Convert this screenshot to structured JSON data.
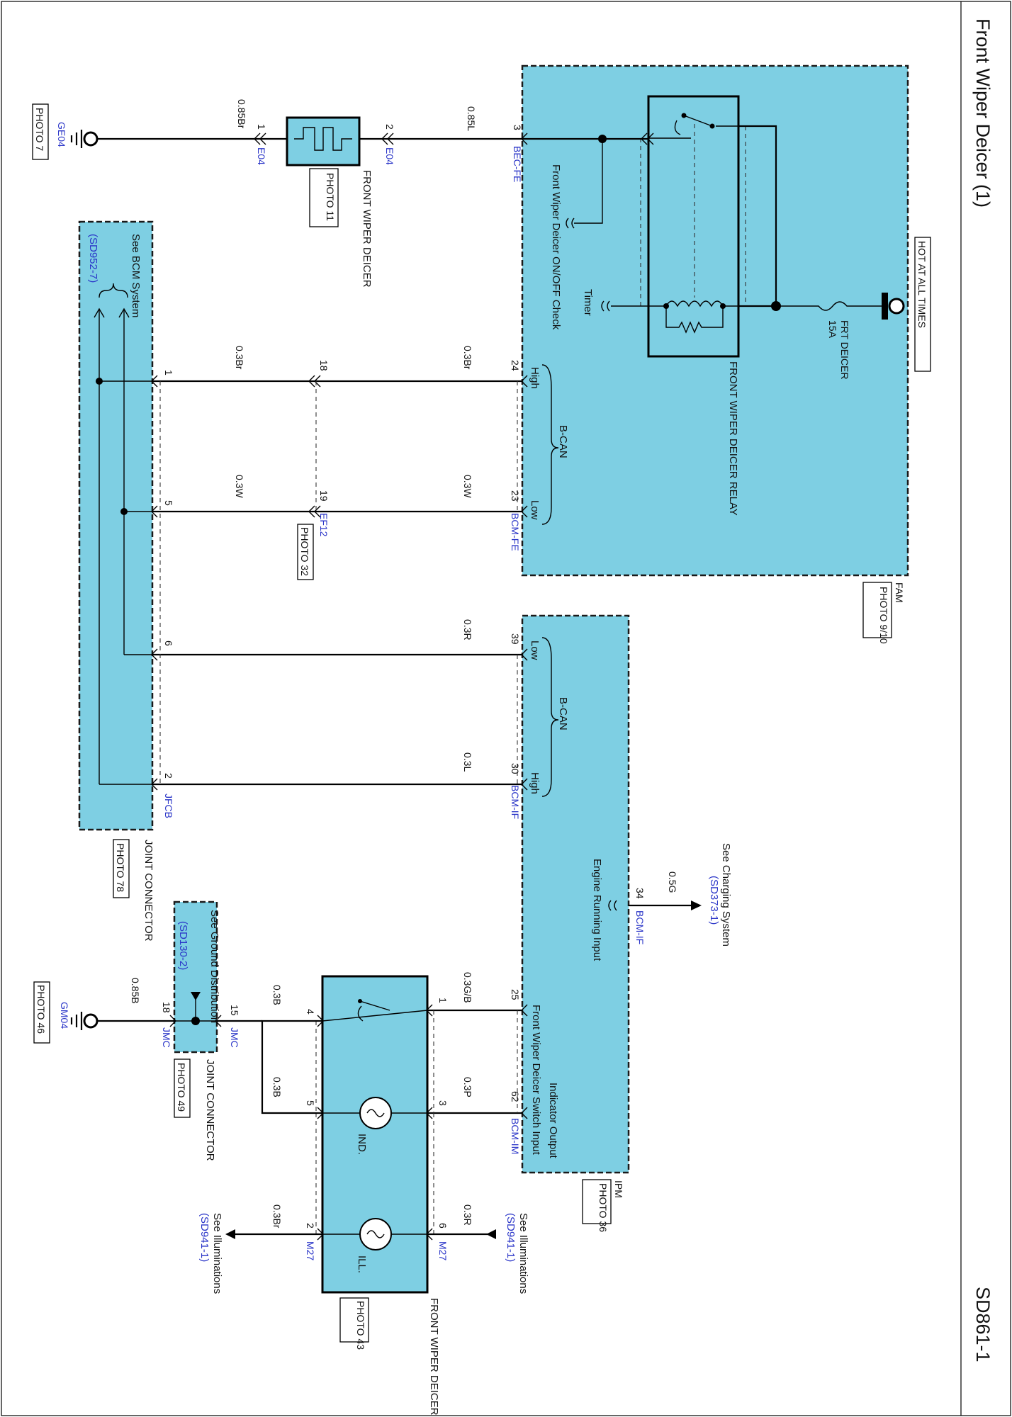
{
  "page": {
    "title": "Front Wiper Deicer (1)",
    "code": "SD861-1"
  },
  "power": {
    "label": "HOT AT ALL TIMES",
    "fuse_name": "FRT DEICER",
    "fuse_rating": "15A"
  },
  "modules": {
    "fam": {
      "name": "FAM",
      "photo": "PHOTO 9/10"
    },
    "ipm": {
      "name": "IPM",
      "photo": "PHOTO 36"
    },
    "relay": {
      "name": "FRONT WIPER DEICER RELAY"
    },
    "deicer": {
      "name": "FRONT WIPER DEICER",
      "photo": "PHOTO 11"
    },
    "joint_jfcb": {
      "name": "JOINT CONNECTOR",
      "photo": "PHOTO 78"
    },
    "joint_jmc": {
      "name": "JOINT CONNECTOR",
      "photo": "PHOTO 49"
    },
    "switch": {
      "name": "FRONT WIPER DEICER SWITCH",
      "photo": "PHOTO 43"
    }
  },
  "signals": {
    "onoff_check": "Front Wiper Deicer ON/OFF Check",
    "timer": "Timer",
    "bcan": "B-CAN",
    "high": "High",
    "low": "Low",
    "engine_running": "Engine Running Input",
    "switch_input": "Front Wiper Deicer Switch Input",
    "indicator_output": "Indicator Output",
    "ind": "IND.",
    "ill": "ILL."
  },
  "connectors": {
    "bec_fe": "BEC-FE",
    "bcm_fe": "BCM-FE",
    "bcm_if": "BCM-IF",
    "bcm_im": "BCM-IM",
    "e04": "E04",
    "ef12": "EF12",
    "ef12_photo": "PHOTO 32",
    "jfcb": "JFCB",
    "jmc": "JMC",
    "m27": "M27",
    "ge04": "GE04",
    "ge04_photo": "PHOTO 7",
    "gm04": "GM04",
    "gm04_photo": "PHOTO 46"
  },
  "references": {
    "bcm_text": "See BCM System",
    "bcm_code": "(SD952-7)",
    "charging_text": "See Charging System",
    "charging_code": "(SD373-1)",
    "ground_text": "See Ground Distribution",
    "ground_code": "(SD130-2)",
    "illum_text": "See Illuminations",
    "illum_code": "(SD941-1)"
  },
  "wires": {
    "w085l": "0.85L",
    "w085br": "0.85Br",
    "w03br": "0.3Br",
    "w03w": "0.3W",
    "w03r": "0.3R",
    "w03l": "0.3L",
    "w05g": "0.5G",
    "w03gb": "0.3G/B",
    "w03b": "0.3B",
    "w03p": "0.3P",
    "w085b": "0.85B"
  },
  "pins": {
    "p1": "1",
    "p2": "2",
    "p3": "3",
    "p4": "4",
    "p5": "5",
    "p6": "6",
    "p15": "15",
    "p18": "18",
    "p19": "19",
    "p23": "23",
    "p24": "24",
    "p25": "25",
    "p30": "30",
    "p34": "34",
    "p39": "39",
    "p62": "62"
  },
  "colors": {
    "module_fill": "#7ecfe3",
    "connector_text": "#2a35c8",
    "wire": "#000000"
  }
}
